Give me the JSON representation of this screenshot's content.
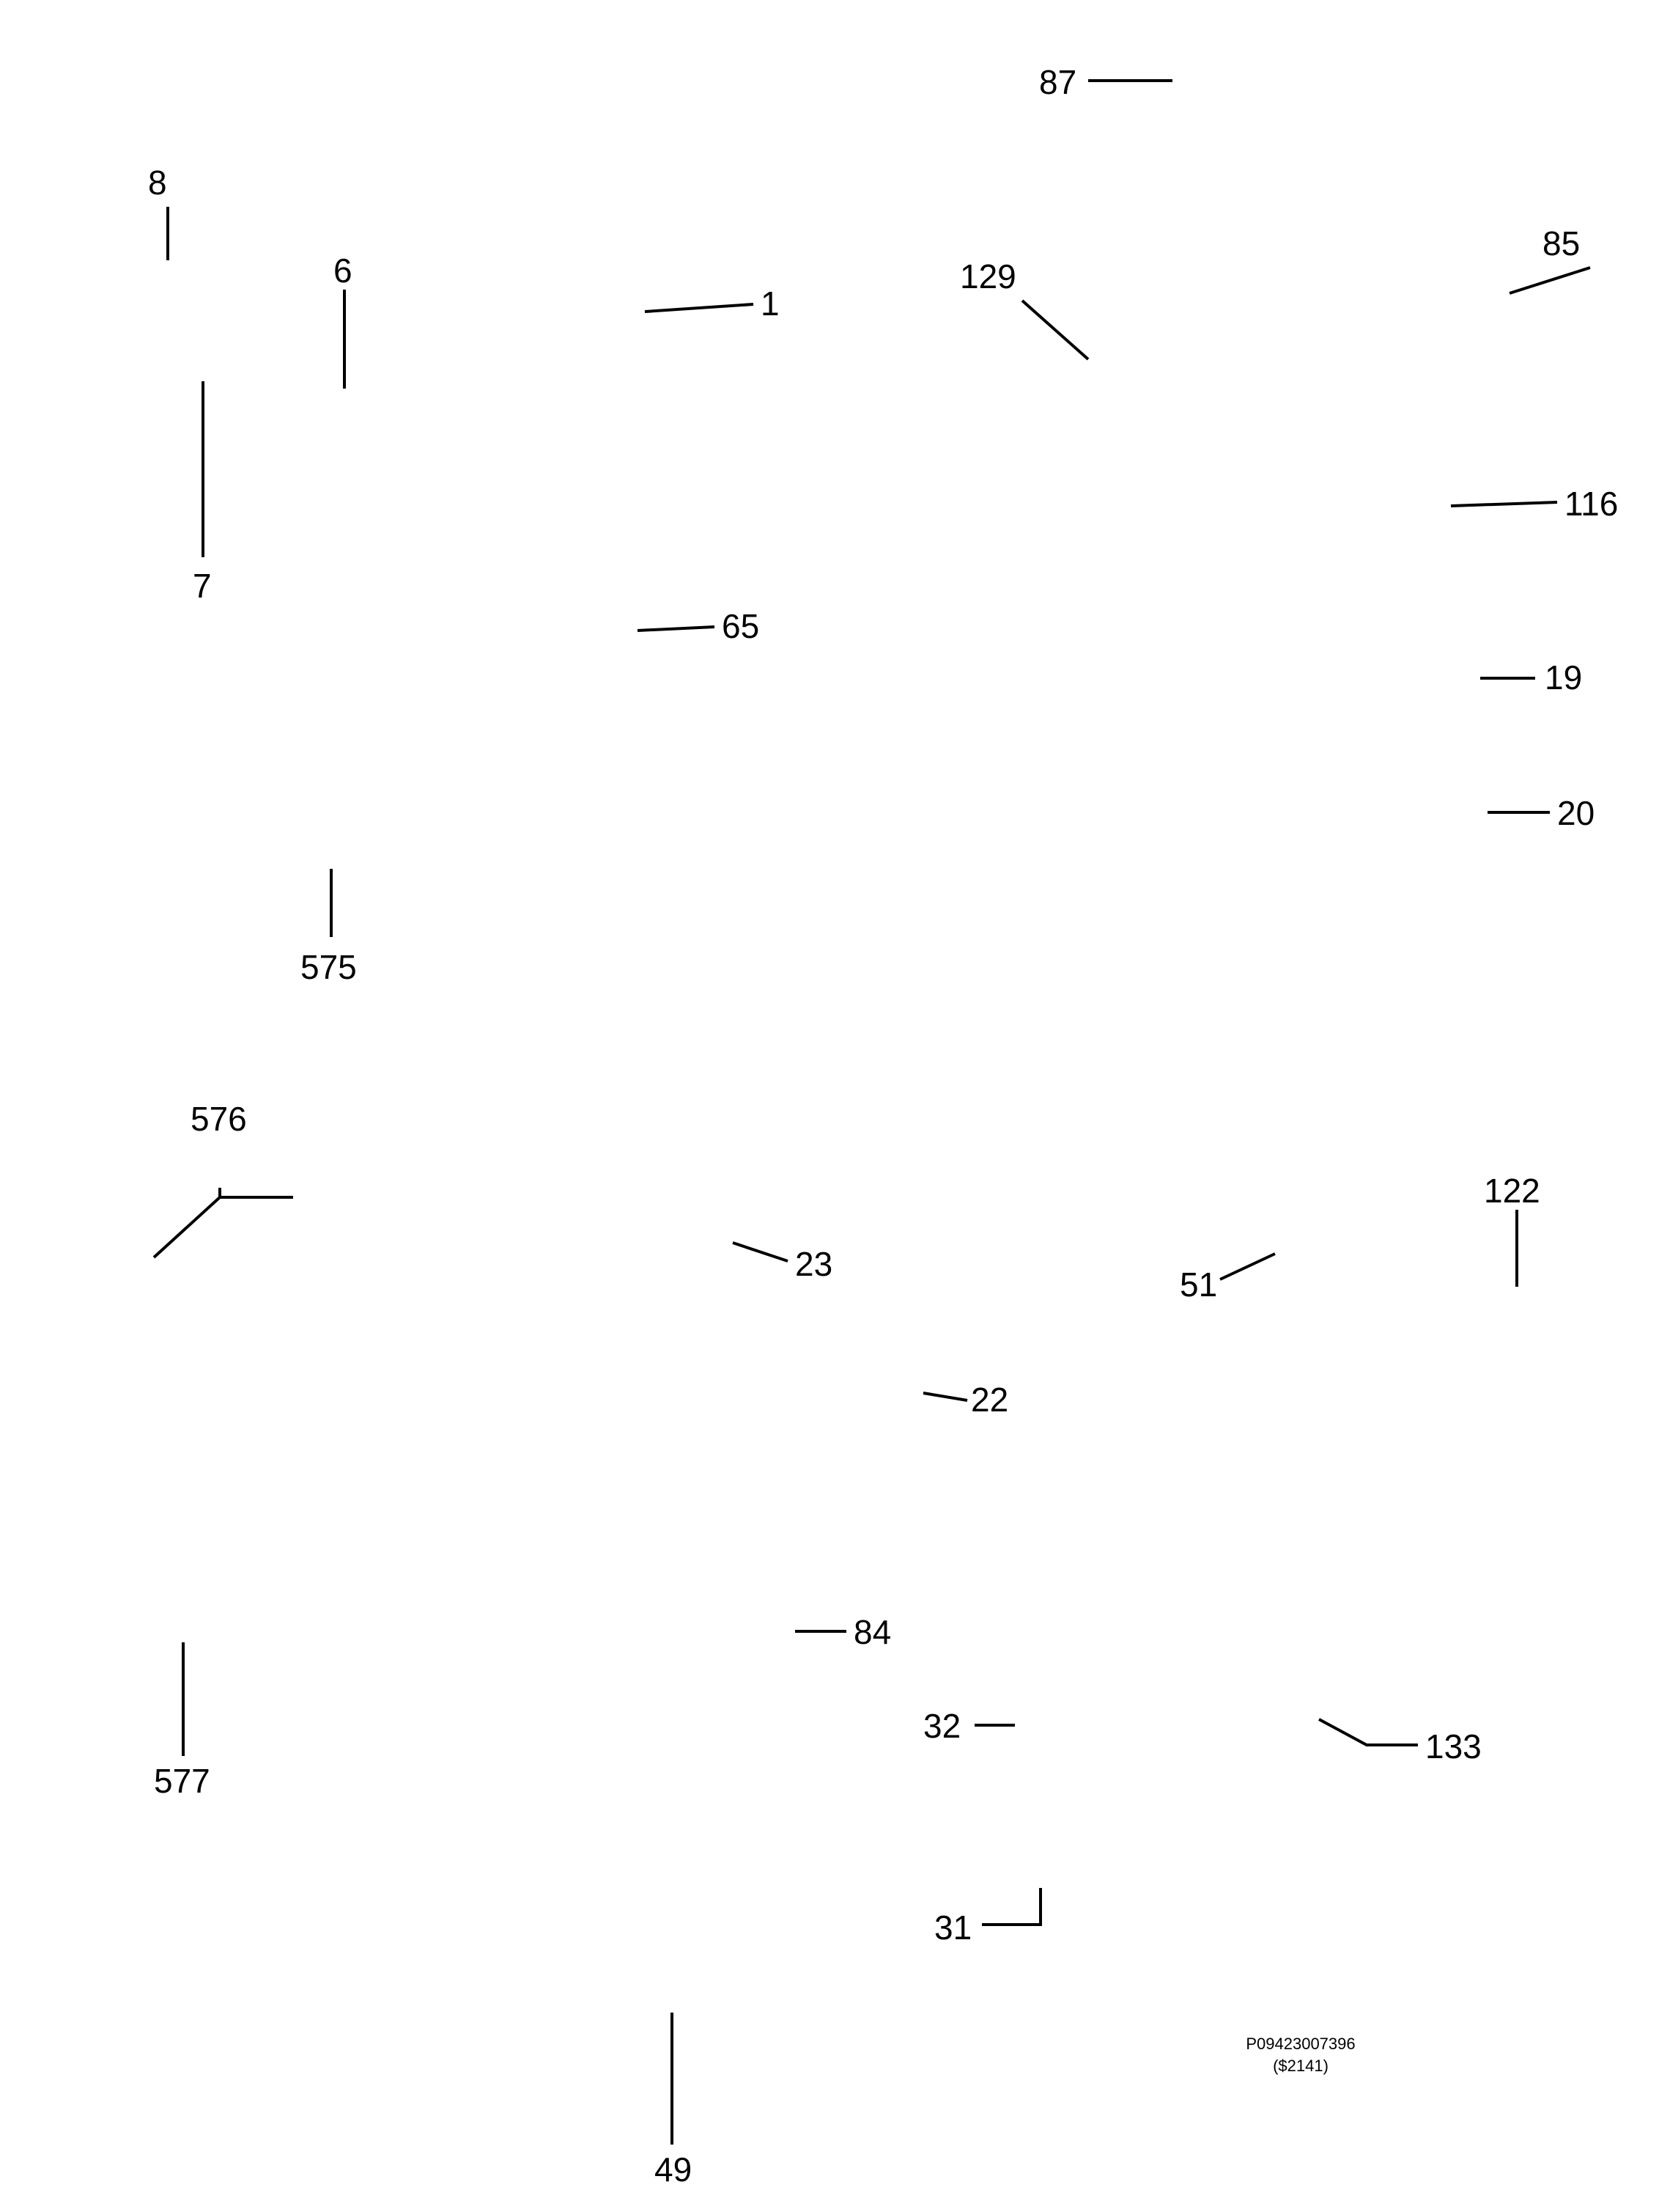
{
  "callouts": [
    {
      "id": "c87",
      "label": "87"
    },
    {
      "id": "c8",
      "label": "8"
    },
    {
      "id": "c6",
      "label": "6"
    },
    {
      "id": "c1",
      "label": "1"
    },
    {
      "id": "c129",
      "label": "129"
    },
    {
      "id": "c85",
      "label": "85"
    },
    {
      "id": "c116",
      "label": "116"
    },
    {
      "id": "c7",
      "label": "7"
    },
    {
      "id": "c65",
      "label": "65"
    },
    {
      "id": "c19",
      "label": "19"
    },
    {
      "id": "c20",
      "label": "20"
    },
    {
      "id": "c575",
      "label": "575"
    },
    {
      "id": "c576",
      "label": "576"
    },
    {
      "id": "c23",
      "label": "23"
    },
    {
      "id": "c122",
      "label": "122"
    },
    {
      "id": "c51",
      "label": "51"
    },
    {
      "id": "c22",
      "label": "22"
    },
    {
      "id": "c84",
      "label": "84"
    },
    {
      "id": "c577",
      "label": "577"
    },
    {
      "id": "c32",
      "label": "32"
    },
    {
      "id": "c133",
      "label": "133"
    },
    {
      "id": "c31",
      "label": "31"
    },
    {
      "id": "c49",
      "label": "49"
    }
  ],
  "reference": {
    "code": "P09423007396",
    "revision": "($2141)"
  }
}
